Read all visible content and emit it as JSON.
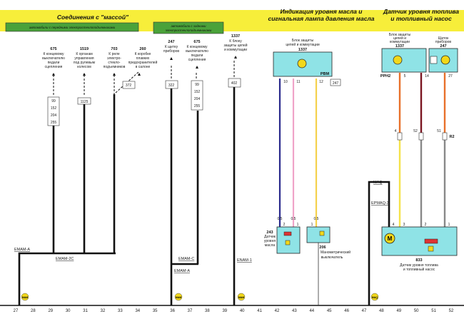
{
  "headers": {
    "ground": "Соединения с \"массой\"",
    "oil_1": "Индикация уровня масла и",
    "oil_2": "сигнальная лампа давления масла",
    "fuel_1": "Датчик уровня топлива",
    "fuel_2": "и топливный насос"
  },
  "variants": {
    "left": "автомобили с передними электростеклоподъемниками",
    "right_1": "автомобили с задними",
    "right_2": "электростеклоподъемниками"
  },
  "ground_targets": [
    {
      "num": "675",
      "lines": [
        "К концевому",
        "выключателю",
        "педали",
        "сцепления"
      ]
    },
    {
      "num": "1519",
      "lines": [
        "К органам",
        "управления",
        "под рулевым",
        "колесом"
      ]
    },
    {
      "num": "703",
      "lines": [
        "К реле",
        "электро-",
        "стекло-",
        "подъемников"
      ]
    },
    {
      "num": "260",
      "lines": [
        "К коробке",
        "плавких",
        "предохранителей",
        "в салоне"
      ]
    },
    {
      "num": "247",
      "lines": [
        "К щитку",
        "приборов"
      ]
    },
    {
      "num": "675",
      "lines": [
        "К концевому",
        "выключателю",
        "педали",
        "сцепления"
      ]
    },
    {
      "num": "1337",
      "lines": [
        "К блоку",
        "защиты цепей",
        "и коммутации"
      ]
    }
  ],
  "connector_refs": {
    "a": [
      "99",
      "152",
      "204",
      "255"
    ],
    "b": "1125",
    "c": "372",
    "d": "322",
    "e": [
      "99",
      "152",
      "204",
      "255"
    ],
    "f": "402",
    "g": "247"
  },
  "splices": {
    "emam_a": "EMAM-A",
    "emam_2c": "EMAM-2C",
    "emam_c": "EMAM-C",
    "emam_a2": "EMAM-A",
    "enam_1": "ENAM-1",
    "maq": "MAQ",
    "epmaq_3": "EPMAQ-3"
  },
  "ground_points": [
    "MAM",
    "MAM",
    "MAM",
    "MAQ"
  ],
  "oil": {
    "unit_lines": [
      "Блок защиты",
      "цепей и коммутации"
    ],
    "unit_num": "1337",
    "unit_conn": "PBM",
    "pins": [
      "10",
      "11",
      "12"
    ],
    "sensor_pins": [
      "2",
      "1",
      "1"
    ],
    "gauge": "0.5",
    "sensor_num": "243",
    "sensor_lines": [
      "Датчик",
      "уровня",
      "масла"
    ],
    "switch_num": "206",
    "switch_lines": [
      "Манометрический",
      "выключатель"
    ]
  },
  "fuel": {
    "unit_lines": [
      "Блок защиты",
      "цепей и",
      "коммутации"
    ],
    "unit_num": "1337",
    "unit_conn": "PPH2",
    "cluster_lines": [
      "Щиток",
      "приборов"
    ],
    "cluster_num": "247",
    "pins": [
      "5",
      "14",
      "27"
    ],
    "conn_pins": [
      "4",
      "52",
      "51"
    ],
    "conn_name": "R2",
    "sensor_pins": [
      "4",
      "3",
      "2",
      "1"
    ],
    "module_num": "833",
    "module_lines": [
      "Датчик уровня топлива",
      "и топливный насос"
    ]
  },
  "axis": [
    "27",
    "28",
    "29",
    "30",
    "31",
    "32",
    "33",
    "34",
    "35",
    "36",
    "37",
    "38",
    "39",
    "40",
    "41",
    "42",
    "43",
    "44",
    "45",
    "46",
    "47",
    "48",
    "49",
    "50",
    "51",
    "52"
  ]
}
